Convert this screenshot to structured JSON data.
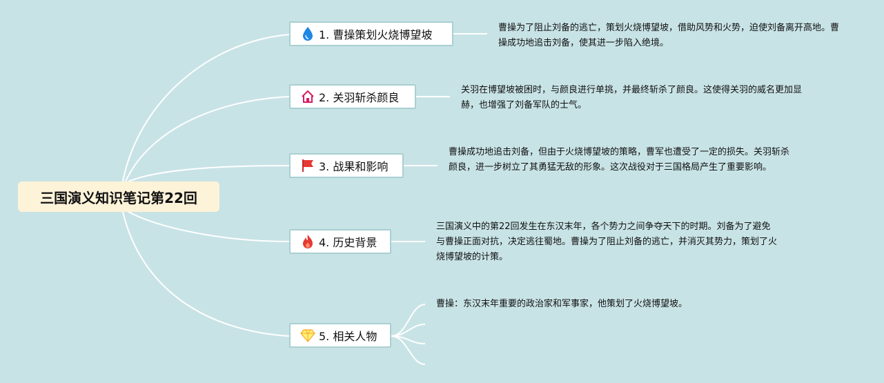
{
  "root": {
    "title": "三国演义知识笔记第22回"
  },
  "branches": [
    {
      "label": "1. 曹操策划火烧博望坡",
      "icon": "water-drop-icon",
      "description": "曹操为了阻止刘备的逃亡，策划火烧博望坡，借助风势和火势，迫使刘备离开高地。曹操成功地追击刘备，使其进一步陷入绝境。"
    },
    {
      "label": "2. 关羽斩杀颜良",
      "icon": "home-icon",
      "description": "关羽在博望坡被困时，与颜良进行单挑，并最终斩杀了颜良。这使得关羽的威名更加显赫，也增强了刘备军队的士气。"
    },
    {
      "label": "3. 战果和影响",
      "icon": "flag-icon",
      "description": "曹操成功地追击刘备，但由于火烧博望坡的策略，曹军也遭受了一定的损失。关羽斩杀颜良，进一步树立了其勇猛无敌的形象。这次战役对于三国格局产生了重要影响。"
    },
    {
      "label": "4. 历史背景",
      "icon": "fire-icon",
      "description": "三国演义中的第22回发生在东汉末年，各个势力之间争夺天下的时期。刘备为了避免与曹操正面对抗，决定逃往蜀地。曹操为了阻止刘备的逃亡，并消灭其势力，策划了火烧博望坡的计策。"
    },
    {
      "label": "5. 相关人物",
      "icon": "diamond-icon",
      "description": "曹操：东汉末年重要的政治家和军事家，他策划了火烧博望坡。"
    }
  ],
  "colors": {
    "background": "#c8e3e6",
    "root_fill": "#fdf3d9",
    "branch_border": "#a9cfd1",
    "connector": "#ffffff"
  }
}
